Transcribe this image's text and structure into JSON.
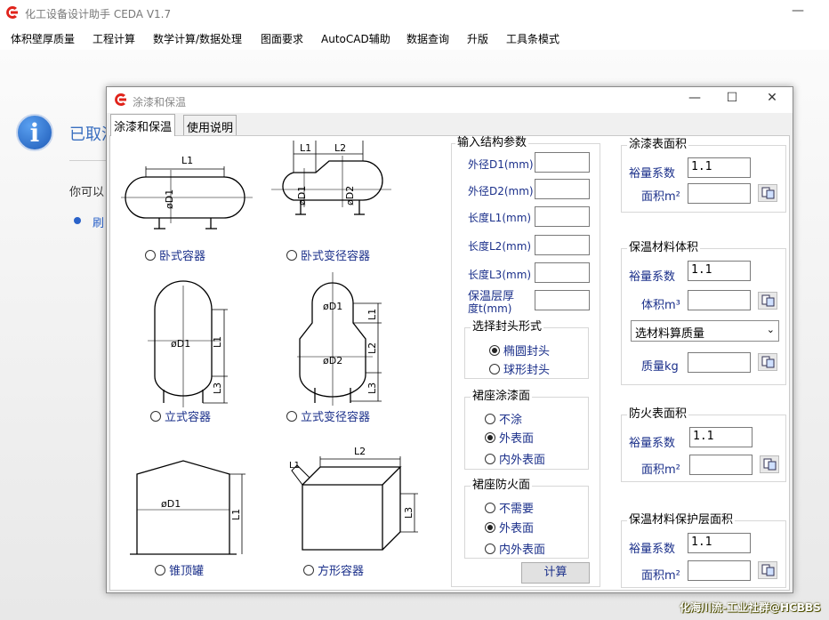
{
  "main_window": {
    "title": "化工设备设计助手 CEDA V1.7",
    "minimize": "—",
    "menu": [
      "体积壁厚质量",
      "工程计算",
      "数学计算/数据处理",
      "图面要求",
      "AutoCAD辅助",
      "数据查询",
      "升版",
      "工具条模式"
    ]
  },
  "background": {
    "heading": "已取消",
    "text": "你可以",
    "link": "刷"
  },
  "watermark": "化海川流-工业社群@HCBBS",
  "dialog": {
    "title": "涂漆和保温",
    "minimize": "—",
    "maximize": "☐",
    "close": "✕",
    "tabs": [
      "涂漆和保温",
      "使用说明"
    ],
    "vessels": [
      {
        "label": "卧式容器",
        "selected": false
      },
      {
        "label": "卧式变径容器",
        "selected": false
      },
      {
        "label": "立式容器",
        "selected": false
      },
      {
        "label": "立式变径容器",
        "selected": false
      },
      {
        "label": "锥顶罐",
        "selected": false
      },
      {
        "label": "方形容器",
        "selected": false
      }
    ],
    "drawing_labels": {
      "L1": "L1",
      "L2": "L2",
      "L3": "L3",
      "D1": "øD1",
      "D2": "øD2"
    },
    "structure": {
      "title": "输入结构参数",
      "fields": [
        {
          "label": "外径D1(mm)",
          "value": ""
        },
        {
          "label": "外径D2(mm)",
          "value": ""
        },
        {
          "label": "长度L1(mm)",
          "value": ""
        },
        {
          "label": "长度L2(mm)",
          "value": ""
        },
        {
          "label": "长度L3(mm)",
          "value": ""
        },
        {
          "label1": "保温层厚",
          "label2": "度t(mm)",
          "value": ""
        }
      ],
      "head_group": {
        "title": "选择封头形式",
        "options": [
          {
            "label": "椭圆封头",
            "selected": true
          },
          {
            "label": "球形封头",
            "selected": false
          }
        ]
      },
      "skirt_paint_group": {
        "title": "裙座涂漆面",
        "options": [
          {
            "label": "不涂",
            "selected": false
          },
          {
            "label": "外表面",
            "selected": true
          },
          {
            "label": "内外表面",
            "selected": false
          }
        ]
      },
      "skirt_fire_group": {
        "title": "裙座防火面",
        "options": [
          {
            "label": "不需要",
            "selected": false
          },
          {
            "label": "外表面",
            "selected": true
          },
          {
            "label": "内外表面",
            "selected": false
          }
        ]
      },
      "calc_button": "计算"
    },
    "results": {
      "paint_area": {
        "title": "涂漆表面积",
        "margin_label": "裕量系数",
        "margin_value": "1.1",
        "area_label": "面积m²",
        "area_value": ""
      },
      "insulation_volume": {
        "title": "保温材料体积",
        "margin_label": "裕量系数",
        "margin_value": "1.1",
        "volume_label": "体积m³",
        "volume_value": "",
        "select_value": "选材料算质量",
        "mass_label": "质量kg",
        "mass_value": ""
      },
      "fire_area": {
        "title": "防火表面积",
        "margin_label": "裕量系数",
        "margin_value": "1.1",
        "area_label": "面积m²",
        "area_value": ""
      },
      "cover_area": {
        "title": "保温材料保护层面积",
        "margin_label": "裕量系数",
        "margin_value": "1.1",
        "area_label": "面积m²",
        "area_value": ""
      }
    }
  }
}
